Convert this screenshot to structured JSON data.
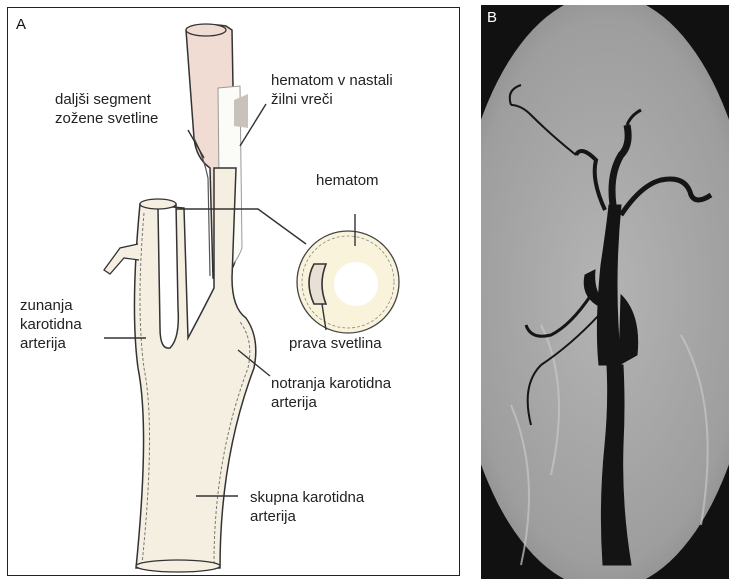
{
  "panel_a": {
    "letter": "A",
    "labels": {
      "distal_segment": "daljši segment\nzožene svetline",
      "hematoma_sac": "hematom v nastali\nžilni vreči",
      "hematoma": "hematom",
      "true_lumen": "prava svetlina",
      "external_carotid": "zunanja\nkarotidna\narterija",
      "internal_carotid": "notranja karotidna\narterija",
      "common_carotid": "skupna karotidna\narterija"
    },
    "colors": {
      "vessel_fill": "#f5efe2",
      "sac_fill": "#f0dcd3",
      "hematoma_fill": "#faf3dc",
      "outline": "#333333"
    }
  },
  "panel_b": {
    "letter": "B",
    "image_kind": "angiogram"
  }
}
